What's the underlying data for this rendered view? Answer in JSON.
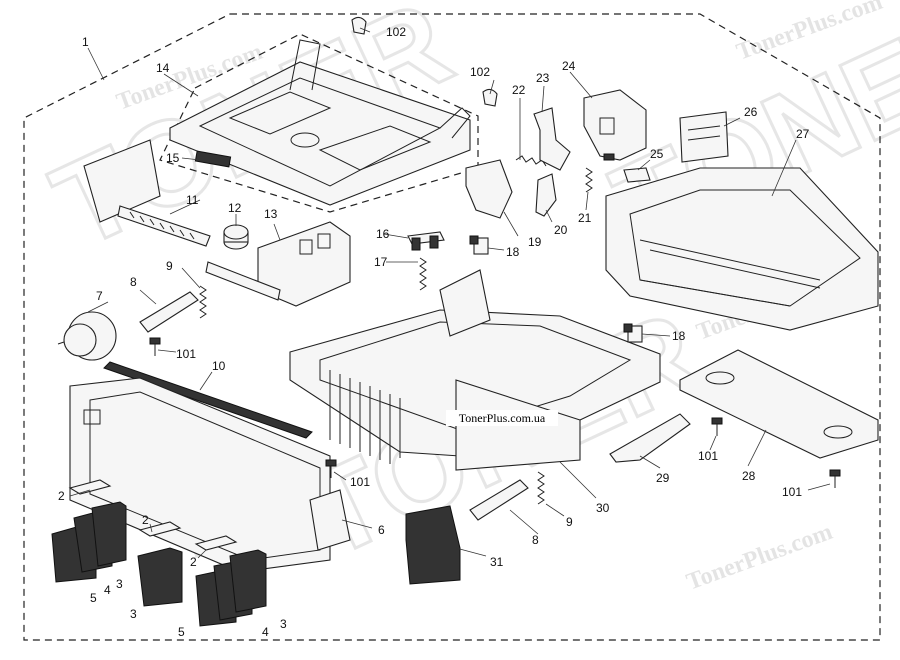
{
  "site_caption": "TonerPlus.com.ua",
  "watermarks": {
    "script_text": "TonerPlus.com",
    "big_text": "TONER"
  },
  "callouts": [
    {
      "id": "c1",
      "text": "1"
    },
    {
      "id": "c2a",
      "text": "2"
    },
    {
      "id": "c2b",
      "text": "2"
    },
    {
      "id": "c2c",
      "text": "2"
    },
    {
      "id": "c3a",
      "text": "3"
    },
    {
      "id": "c3b",
      "text": "3"
    },
    {
      "id": "c3c",
      "text": "3"
    },
    {
      "id": "c4a",
      "text": "4"
    },
    {
      "id": "c4b",
      "text": "4"
    },
    {
      "id": "c5a",
      "text": "5"
    },
    {
      "id": "c5b",
      "text": "5"
    },
    {
      "id": "c6",
      "text": "6"
    },
    {
      "id": "c7",
      "text": "7"
    },
    {
      "id": "c8a",
      "text": "8"
    },
    {
      "id": "c8b",
      "text": "8"
    },
    {
      "id": "c9a",
      "text": "9"
    },
    {
      "id": "c9b",
      "text": "9"
    },
    {
      "id": "c10",
      "text": "10"
    },
    {
      "id": "c11",
      "text": "11"
    },
    {
      "id": "c12",
      "text": "12"
    },
    {
      "id": "c13",
      "text": "13"
    },
    {
      "id": "c14",
      "text": "14"
    },
    {
      "id": "c15",
      "text": "15"
    },
    {
      "id": "c16",
      "text": "16"
    },
    {
      "id": "c17",
      "text": "17"
    },
    {
      "id": "c18a",
      "text": "18"
    },
    {
      "id": "c18b",
      "text": "18"
    },
    {
      "id": "c19",
      "text": "19"
    },
    {
      "id": "c20",
      "text": "20"
    },
    {
      "id": "c21",
      "text": "21"
    },
    {
      "id": "c22",
      "text": "22"
    },
    {
      "id": "c23",
      "text": "23"
    },
    {
      "id": "c24",
      "text": "24"
    },
    {
      "id": "c25",
      "text": "25"
    },
    {
      "id": "c26",
      "text": "26"
    },
    {
      "id": "c27",
      "text": "27"
    },
    {
      "id": "c28",
      "text": "28"
    },
    {
      "id": "c29",
      "text": "29"
    },
    {
      "id": "c30",
      "text": "30"
    },
    {
      "id": "c31",
      "text": "31"
    },
    {
      "id": "c101a",
      "text": "101"
    },
    {
      "id": "c101b",
      "text": "101"
    },
    {
      "id": "c101c",
      "text": "101"
    },
    {
      "id": "c101d",
      "text": "101"
    },
    {
      "id": "c102a",
      "text": "102"
    },
    {
      "id": "c102b",
      "text": "102"
    }
  ]
}
